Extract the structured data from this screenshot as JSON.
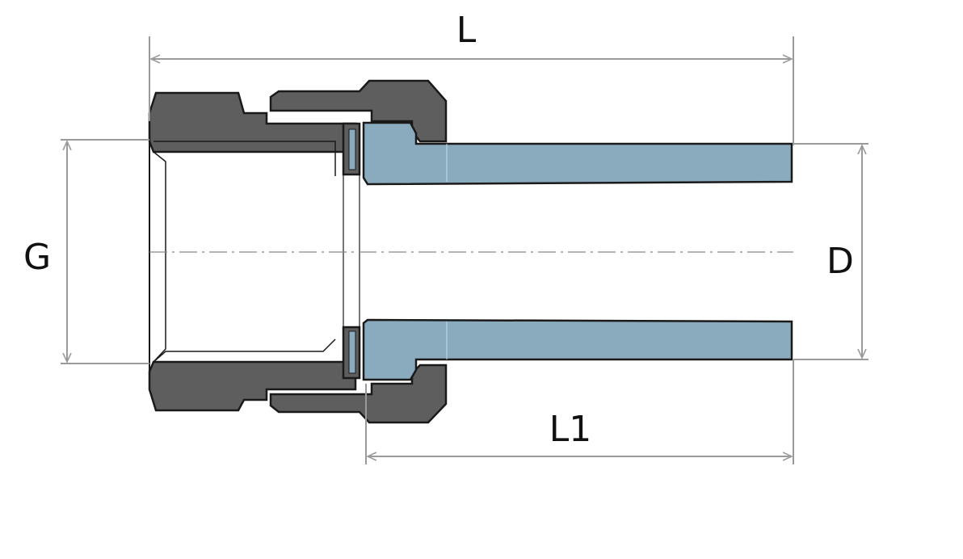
{
  "labels": {
    "L": "L",
    "L1": "L1",
    "G": "G",
    "D": "D"
  },
  "colors": {
    "metal": "#5e5e5e",
    "plastic": "#8aabbd",
    "outline": "#1a1a1a",
    "dimension": "#9a9a9a"
  }
}
